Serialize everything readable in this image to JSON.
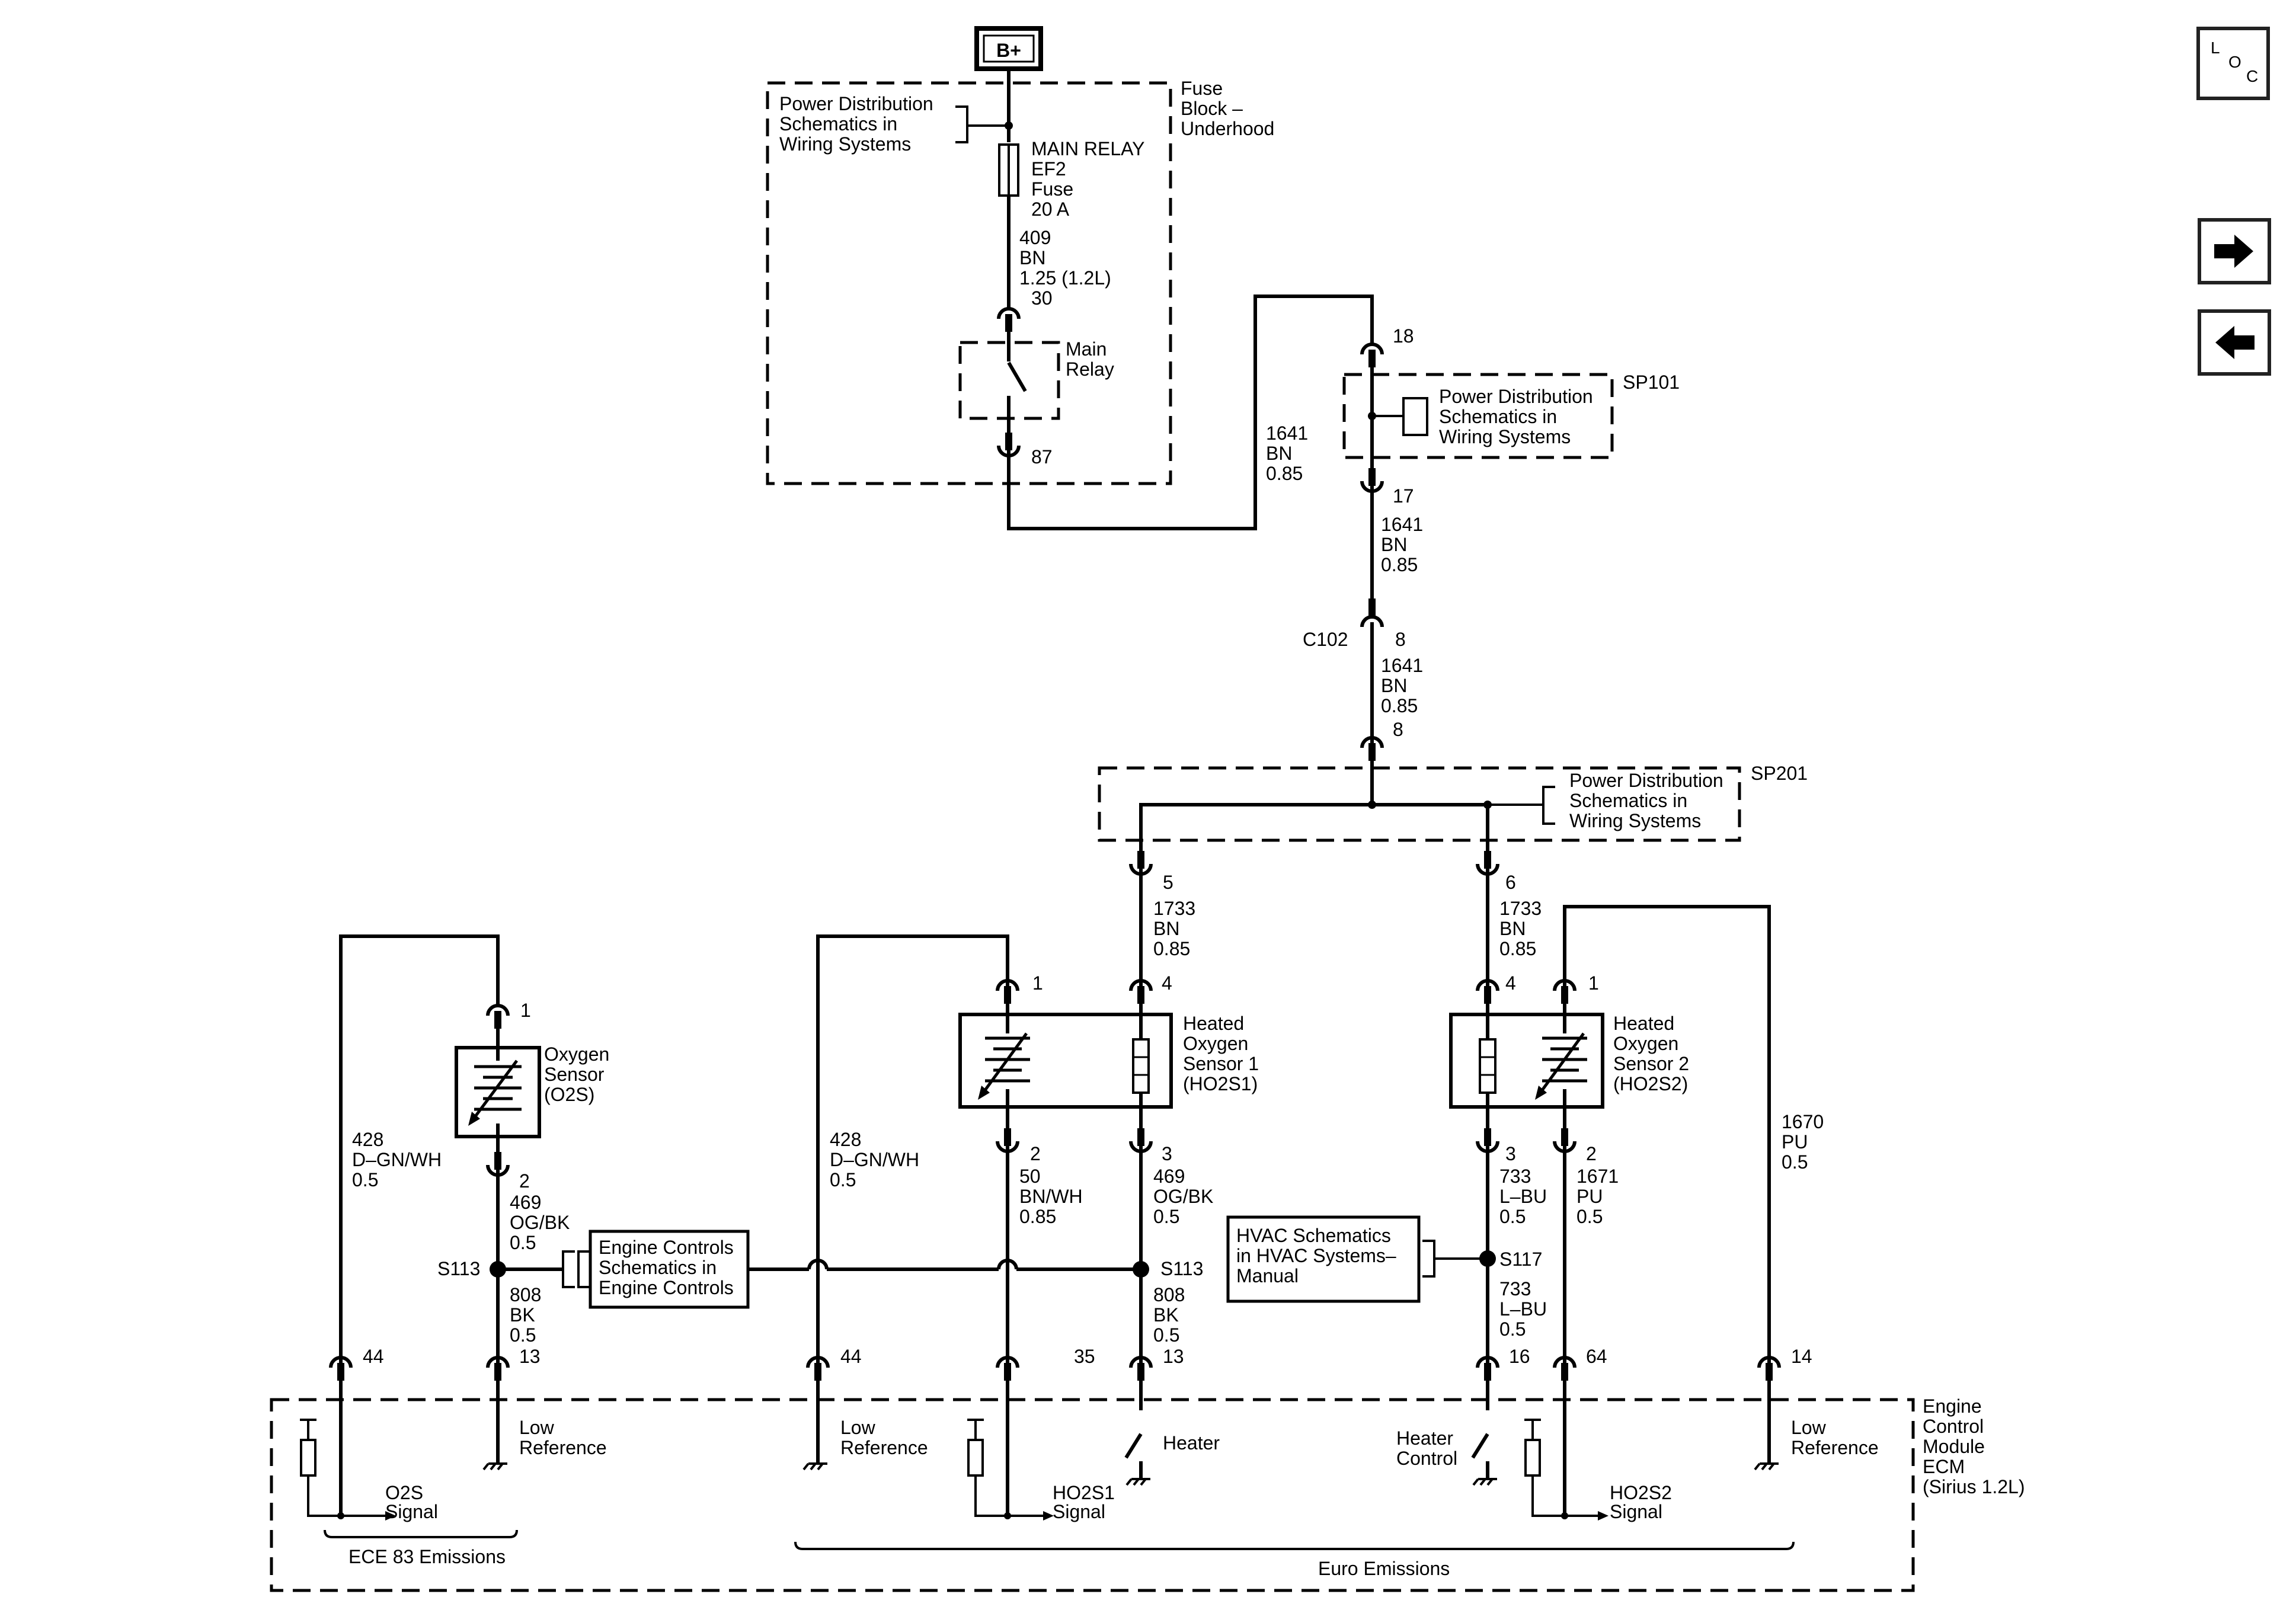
{
  "navigation": {
    "loc": {
      "l": "L",
      "o": "O",
      "c": "C"
    },
    "next_icon": "right-arrow-icon",
    "prev_icon": "left-arrow-icon"
  },
  "power": {
    "battery_label": "B+",
    "fuse_block": {
      "line1": "Fuse",
      "line2": "Block –",
      "line3": "Underhood"
    },
    "pd_ref_top": {
      "line1": "Power Distribution",
      "line2": "Schematics in",
      "line3": "Wiring Systems"
    },
    "fuse": {
      "line1": "MAIN RELAY",
      "line2": "EF2",
      "line3": "Fuse",
      "line4": "20 A"
    },
    "wire_409": {
      "circuit": "409",
      "color": "BN",
      "size": "1.25 (1.2L)"
    },
    "relay": {
      "pin_in": "30",
      "pin_out": "87",
      "line1": "Main",
      "line2": "Relay"
    },
    "wire_1641_a": {
      "circuit": "1641",
      "color": "BN",
      "size": "0.85"
    }
  },
  "splices": {
    "sp101": {
      "name": "SP101",
      "pin_in": "18",
      "pin_out": "17",
      "ref": {
        "line1": "Power Distribution",
        "line2": "Schematics in",
        "line3": "Wiring Systems"
      }
    },
    "wire_1641_b": {
      "circuit": "1641",
      "color": "BN",
      "size": "0.85"
    },
    "c102": {
      "name": "C102",
      "pin": "8"
    },
    "wire_1641_c": {
      "circuit": "1641",
      "color": "BN",
      "size": "0.85"
    },
    "sp201": {
      "name": "SP201",
      "pin_in": "8",
      "pin_left": "5",
      "pin_right": "6",
      "ref": {
        "line1": "Power Distribution",
        "line2": "Schematics in",
        "line3": "Wiring Systems"
      }
    }
  },
  "sensors": {
    "o2s": {
      "line1": "Oxygen",
      "line2": "Sensor",
      "line3": "(O2S)",
      "pin_top": "1",
      "pin_bottom": "2"
    },
    "ho2s1": {
      "line1": "Heated",
      "line2": "Oxygen",
      "line3": "Sensor 1",
      "line4": "(HO2S1)",
      "pin_sig": "1",
      "pin_heat": "4",
      "pin_sig_low": "2",
      "pin_heat_low": "3"
    },
    "ho2s2": {
      "line1": "Heated",
      "line2": "Oxygen",
      "line3": "Sensor 2",
      "line4": "(HO2S2)",
      "pin_heat": "4",
      "pin_sig": "1",
      "pin_heat_low": "3",
      "pin_sig_low": "2"
    }
  },
  "wires": {
    "w1733_l": {
      "circuit": "1733",
      "color": "BN",
      "size": "0.85"
    },
    "w1733_r": {
      "circuit": "1733",
      "color": "BN",
      "size": "0.85"
    },
    "w428_l": {
      "circuit": "428",
      "color": "D–GN/WH",
      "size": "0.5"
    },
    "w428_m": {
      "circuit": "428",
      "color": "D–GN/WH",
      "size": "0.5"
    },
    "w469_l": {
      "circuit": "469",
      "color": "OG/BK",
      "size": "0.5"
    },
    "w50": {
      "circuit": "50",
      "color": "BN/WH",
      "size": "0.85"
    },
    "w469_m": {
      "circuit": "469",
      "color": "OG/BK",
      "size": "0.5"
    },
    "w733_a": {
      "circuit": "733",
      "color": "L–BU",
      "size": "0.5"
    },
    "w733_b": {
      "circuit": "733",
      "color": "L–BU",
      "size": "0.5"
    },
    "w1671": {
      "circuit": "1671",
      "color": "PU",
      "size": "0.5"
    },
    "w1670": {
      "circuit": "1670",
      "color": "PU",
      "size": "0.5"
    },
    "w808_l": {
      "circuit": "808",
      "color": "BK",
      "size": "0.5"
    },
    "w808_m": {
      "circuit": "808",
      "color": "BK",
      "size": "0.5"
    }
  },
  "junctions": {
    "s113_left": "S113",
    "s113_right": "S113",
    "s117": "S117",
    "engine_ref": {
      "line1": "Engine Controls",
      "line2": "Schematics in",
      "line3": "Engine Controls"
    },
    "hvac_ref": {
      "line1": "HVAC Schematics",
      "line2": "in HVAC Systems–",
      "line3": "Manual"
    }
  },
  "ecm": {
    "title": {
      "line1": "Engine",
      "line2": "Control",
      "line3": "Module",
      "line4": "ECM",
      "line5": "(Sirius 1.2L)"
    },
    "pins": {
      "p44a": "44",
      "p13a": "13",
      "p44b": "44",
      "p35": "35",
      "p13b": "13",
      "p16": "16",
      "p64": "64",
      "p14": "14"
    },
    "o2s_signal": {
      "line1": "O2S",
      "line2": "Signal"
    },
    "low_ref_1": {
      "line1": "Low",
      "line2": "Reference"
    },
    "low_ref_2": {
      "line1": "Low",
      "line2": "Reference"
    },
    "ho2s1_signal": {
      "line1": "HO2S1",
      "line2": "Signal"
    },
    "heater": "Heater",
    "heater_control": {
      "line1": "Heater",
      "line2": "Control"
    },
    "ho2s2_signal": {
      "line1": "HO2S2",
      "line2": "Signal"
    },
    "low_ref_3": {
      "line1": "Low",
      "line2": "Reference"
    },
    "ece_emissions": "ECE 83 Emissions",
    "euro_emissions": "Euro Emissions"
  }
}
